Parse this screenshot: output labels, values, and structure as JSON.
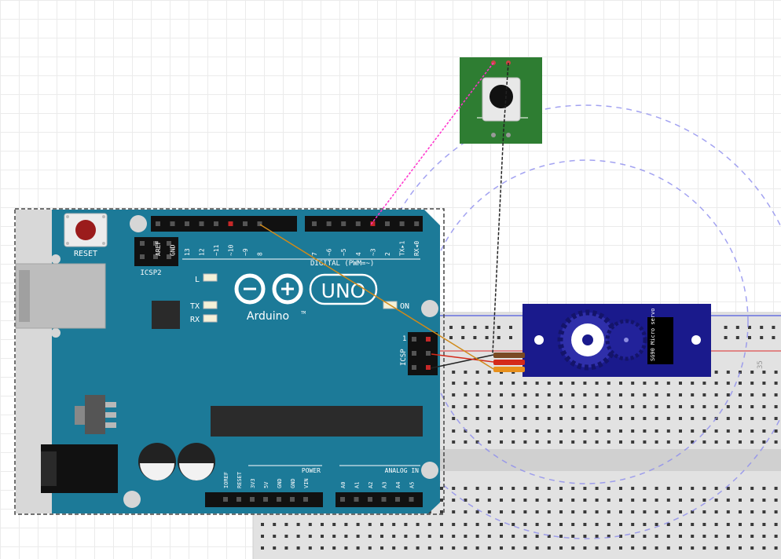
{
  "arduino": {
    "reset_label": "RESET",
    "icsp2_label": "ICSP2",
    "icsp_label": "ICSP",
    "icsp_pin1": "1",
    "logo_uno": "UNO",
    "logo_arduino": "Arduino",
    "logo_tm": "TM",
    "led_l": "L",
    "led_tx": "TX",
    "led_rx": "RX",
    "led_on": "ON",
    "digital_header_label": "DIGITAL (PWM=~)",
    "digital_pins": [
      "AREF",
      "GND",
      "13",
      "12",
      "~11",
      "~10",
      "~9",
      "8",
      "7",
      "~6",
      "~5",
      "4",
      "~3",
      "2",
      "TX▸1",
      "RX◂0"
    ],
    "power_label": "POWER",
    "power_pins": [
      "IOREF",
      "RESET",
      "3V3",
      "5V",
      "GND",
      "GND",
      "VIN"
    ],
    "analog_label": "ANALOG IN",
    "analog_pins": [
      "A0",
      "A1",
      "A2",
      "A3",
      "A4",
      "A5"
    ]
  },
  "servo": {
    "model_text": "SG90 Micro servo",
    "wire_colors": [
      "#7a4a23",
      "#d42a1a",
      "#e8901c"
    ]
  },
  "pushbutton": {
    "board_color": "#2e7d32"
  },
  "breadboard": {
    "row_number": "35"
  },
  "colors": {
    "arduino_blue": "#1c7a98",
    "servo_blue": "#1a1a8c",
    "wire_magenta": "#ff33cc",
    "wire_black": "#222222",
    "wire_orange": "#d08a1a",
    "selection_dash": "#444444",
    "rotation_circle": "#8c8cee"
  },
  "icons": {
    "reset_button": "red-circle-button",
    "usb_port": "usb-b-connector",
    "power_jack": "dc-barrel-jack"
  }
}
